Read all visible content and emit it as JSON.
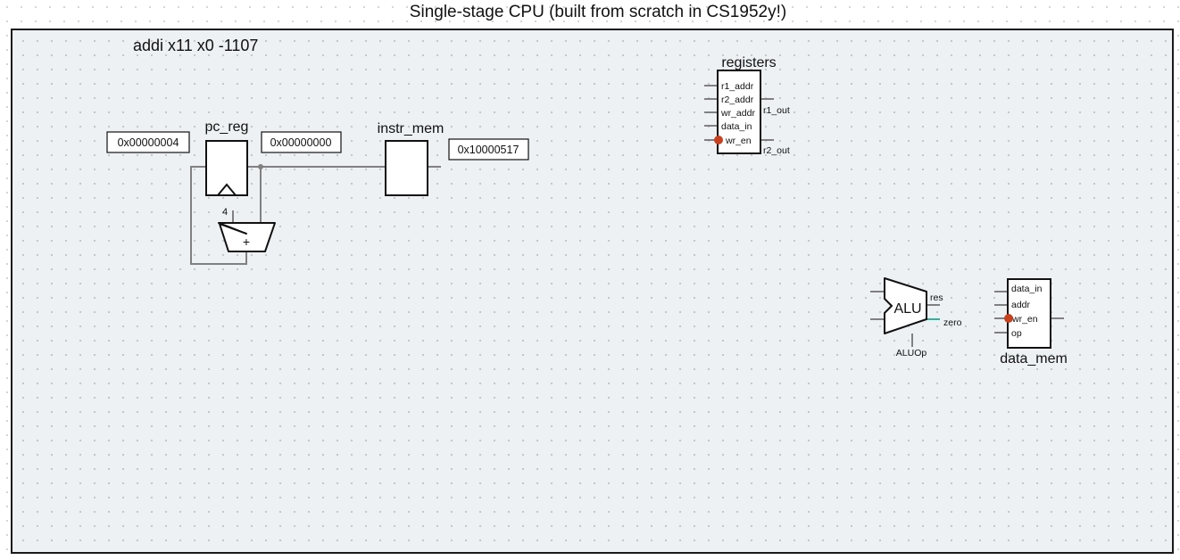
{
  "header": {
    "title": "Single-stage CPU (built from scratch in CS1952y!)"
  },
  "instruction": "addi x11 x0 -1107",
  "pc_reg": {
    "label": "pc_reg",
    "next_value": "0x00000004",
    "value": "0x00000000"
  },
  "adder": {
    "constant": "4",
    "symbol": "+"
  },
  "instr_mem": {
    "label": "instr_mem",
    "output_value": "0x10000517"
  },
  "registers": {
    "label": "registers",
    "inputs": [
      "r1_addr",
      "r2_addr",
      "wr_addr",
      "data_in",
      "wr_en"
    ],
    "outputs": [
      "r1_out",
      "r2_out"
    ]
  },
  "alu": {
    "label": "ALU",
    "outputs": [
      "res",
      "zero"
    ],
    "control": "ALUOp"
  },
  "data_mem": {
    "label": "data_mem",
    "inputs": [
      "data_in",
      "addr",
      "wr_en",
      "op"
    ]
  },
  "colors": {
    "wire": "#808080",
    "active_wire": "#2bb3a0",
    "enable_pin": "#c8411e",
    "canvas": "#edf1f3"
  }
}
